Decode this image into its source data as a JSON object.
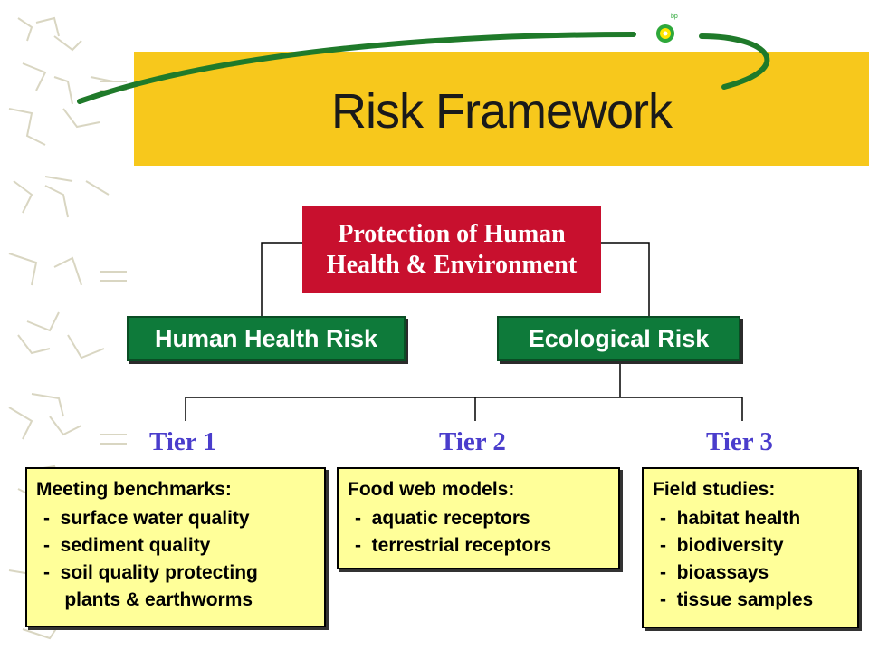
{
  "slide": {
    "title": "Risk Framework",
    "logo_text": "bp"
  },
  "root": {
    "line1": "Protection of Human",
    "line2": "Health & Environment"
  },
  "branches": [
    {
      "label": "Human Health Risk"
    },
    {
      "label": "Ecological Risk"
    }
  ],
  "tiers": [
    {
      "label": "Tier 1",
      "heading": "Meeting benchmarks:",
      "items": [
        "-  surface water quality",
        "-  sediment quality",
        "-  soil quality protecting",
        "    plants & earthworms"
      ]
    },
    {
      "label": "Tier 2",
      "heading": "Food web models:",
      "items": [
        "-  aquatic receptors",
        "-  terrestrial receptors"
      ]
    },
    {
      "label": "Tier 3",
      "heading": "Field studies:",
      "items": [
        "-  habitat health",
        "-  biodiversity",
        "-  bioassays",
        "-  tissue samples"
      ]
    }
  ],
  "colors": {
    "title_band": "#f7c81c",
    "root_box": "#c8102e",
    "branch_box": "#0e7a3a",
    "tier_text": "#4a3dcc",
    "tier_box": "#ffff99",
    "swoosh": "#1f7a2a"
  }
}
